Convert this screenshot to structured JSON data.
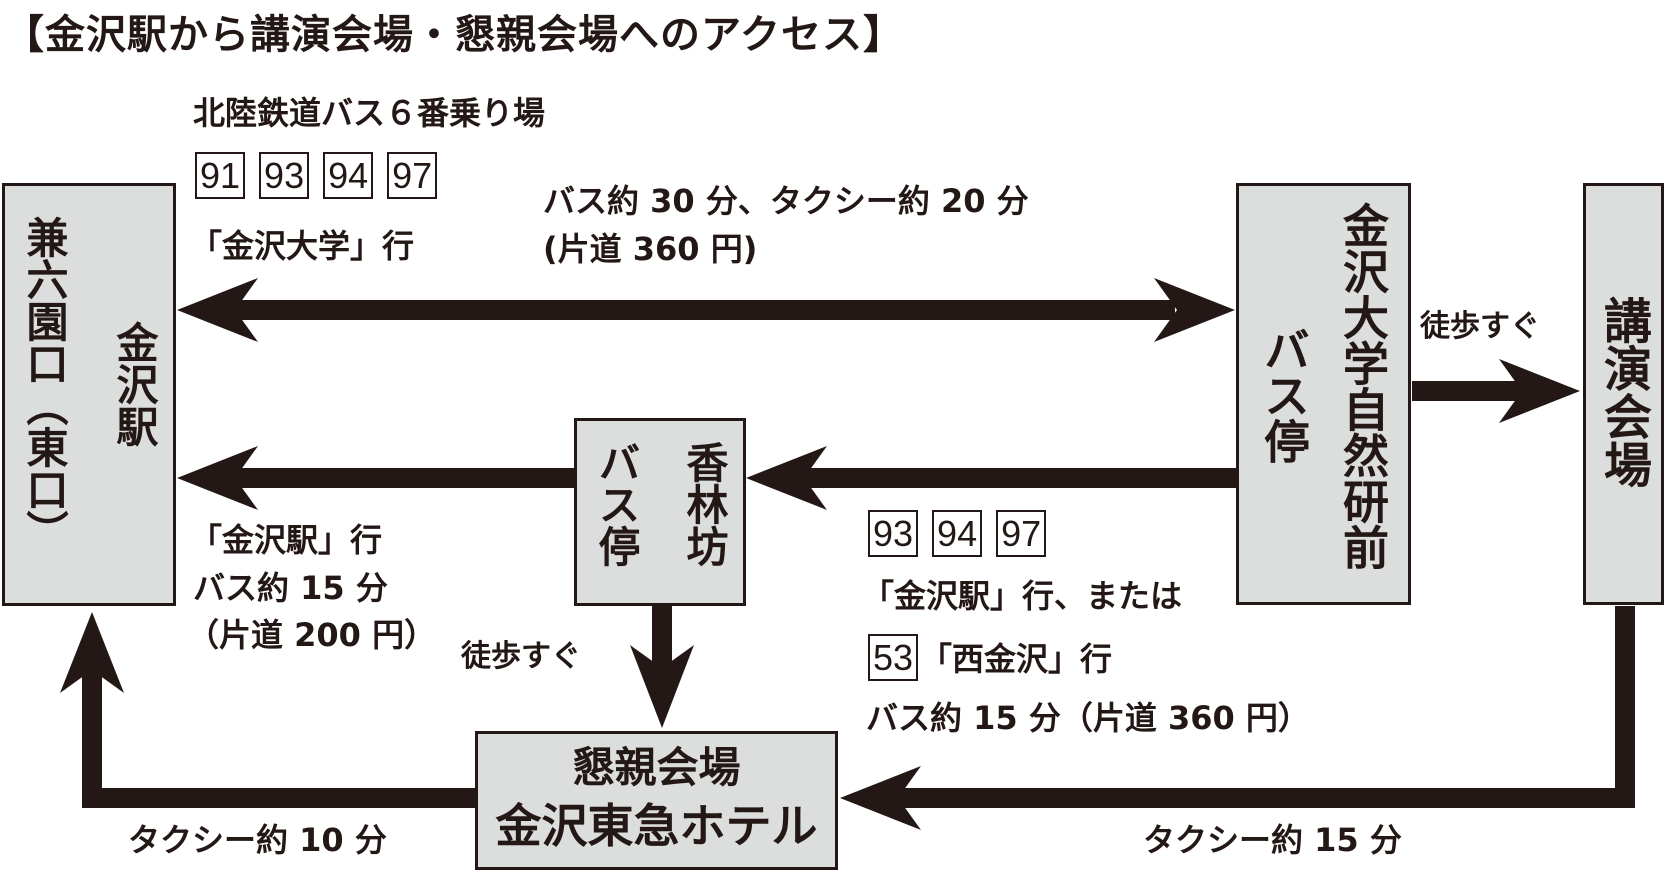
{
  "title": "【金沢駅から講演会場・懇親会場へのアクセス】",
  "colors": {
    "box_fill": "#dcdddd",
    "ink": "#231815",
    "background": "#ffffff"
  },
  "nodes": {
    "kanazawa_station": {
      "main": "金沢駅",
      "sub": "兼六園口（東口）"
    },
    "korinbo": {
      "main": "香林坊",
      "sub": "バス停"
    },
    "kanazawa_univ": {
      "main": "金沢大学自然研前",
      "sub": "バス停"
    },
    "venue": {
      "main": "講演会場"
    },
    "hotel": {
      "line1": "懇親会場",
      "line2": "金沢東急ホテル"
    }
  },
  "routes": {
    "station_to_univ": {
      "platform": "北陸鉄道バス６番乗り場",
      "bus_numbers": [
        "91",
        "93",
        "94",
        "97"
      ],
      "destination": "「金沢大学」行",
      "time": "バス約 30 分、タクシー約 20 分",
      "fare": "(片道 360 円)"
    },
    "univ_to_venue": {
      "time": "徒歩すぐ"
    },
    "univ_to_korinbo": {
      "bus_numbers": [
        "93",
        "94",
        "97"
      ],
      "destination": "「金沢駅」行、または",
      "alt_bus_number": "53",
      "alt_destination": "「西金沢」行",
      "time_fare": "バス約 15 分（片道 360 円）"
    },
    "korinbo_to_station": {
      "destination": "「金沢駅」行",
      "time": "バス約 15 分",
      "fare": "（片道 200 円）"
    },
    "korinbo_to_hotel": {
      "time": "徒歩すぐ"
    },
    "venue_to_hotel": {
      "time": "タクシー約 15 分"
    },
    "hotel_to_station": {
      "time": "タクシー約 10 分"
    }
  }
}
